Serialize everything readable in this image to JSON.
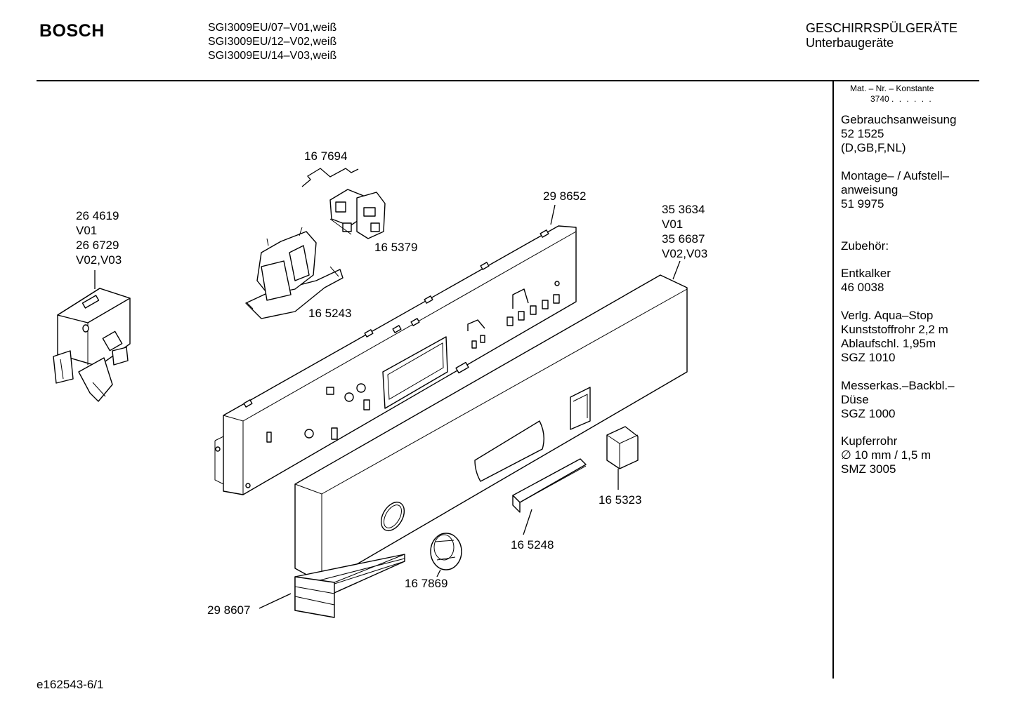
{
  "header": {
    "brand": "BOSCH",
    "models": [
      "SGI3009EU/07–V01,weiß",
      "SGI3009EU/12–V02,weiß",
      "SGI3009EU/14–V03,weiß"
    ],
    "category": "GESCHIRRSPÜLGERÄTE",
    "subcategory": "Unterbaugeräte"
  },
  "sidebar": {
    "mat_nr_label": "Mat. – Nr. – Konstante",
    "mat_nr_value": "3740",
    "mat_nr_dots": ". .   . . . .",
    "blocks": [
      [
        "Gebrauchsanweisung",
        "52 1525",
        "(D,GB,F,NL)"
      ],
      [
        "Montage– / Aufstell–",
        "anweisung",
        "51 9975"
      ],
      [
        "Zubehör:"
      ],
      [
        "Entkalker",
        "46 0038"
      ],
      [
        "Verlg. Aqua–Stop",
        "Kunststoffrohr 2,2 m",
        "Ablaufschl. 1,95m",
        "SGZ 1010"
      ],
      [
        "Messerkas.–Backbl.–",
        "Düse",
        "SGZ 1000"
      ],
      [
        "Kupferrohr",
        "∅ 10 mm / 1,5 m",
        "SMZ 3005"
      ]
    ]
  },
  "parts": {
    "p1": [
      "16 7694"
    ],
    "p2": [
      "29 8652"
    ],
    "p3": [
      "16 5379"
    ],
    "p4": [
      "16 5243"
    ],
    "p5": [
      "26 4619",
      "V01",
      "26 6729",
      "V02,V03"
    ],
    "p6": [
      "35 3634",
      "V01",
      "35 6687",
      "V02,V03"
    ],
    "p7": [
      "16 5323"
    ],
    "p8": [
      "16 5248"
    ],
    "p9": [
      "16 7869"
    ],
    "p10": [
      "29 8607"
    ]
  },
  "footer": {
    "drawing_id": "e162543-6/1"
  }
}
